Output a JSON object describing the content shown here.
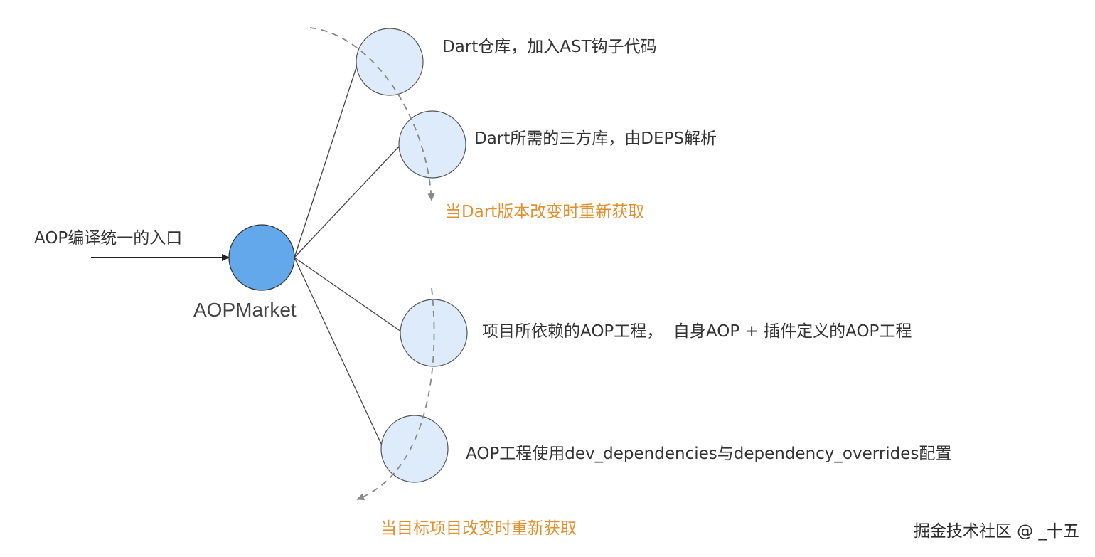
{
  "hub": {
    "label": "AOPMarket",
    "color": "#64a8ec"
  },
  "entry": {
    "label": "AOP编译统一的入口"
  },
  "nodes": [
    {
      "label": "Dart仓库，加入AST钩子代码"
    },
    {
      "label": "Dart所需的三方库，由DEPS解析"
    },
    {
      "label": "项目所依赖的AOP工程，  自身AOP + 插件定义的AOP工程"
    },
    {
      "label": "AOP工程使用dev_dependencies与dependency_overrides配置"
    }
  ],
  "node_color": "#ddebfa",
  "notes": {
    "dart_change": "当Dart版本改变时重新获取",
    "project_change": "当目标项目改变时重新获取",
    "color": "#e0902f"
  },
  "watermark": "掘金技术社区 @ _十五"
}
